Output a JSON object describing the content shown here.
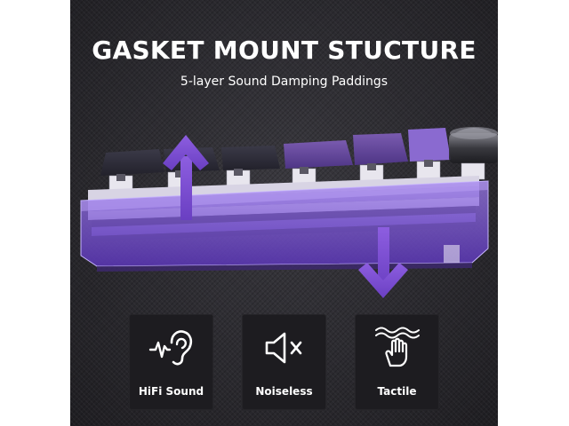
{
  "header": {
    "title": "GASKET MOUNT STUCTURE",
    "subtitle": "5-layer Sound Damping Paddings"
  },
  "features": [
    {
      "label": "HiFi Sound",
      "icon": "ear-sound-icon"
    },
    {
      "label": "Noiseless",
      "icon": "speaker-mute-icon"
    },
    {
      "label": "Tactile",
      "icon": "hand-waves-icon"
    }
  ],
  "colors": {
    "accent_purple": "#7b4fc9",
    "panel_bg": "#2b2a2f",
    "card_bg": "#1d1c20"
  }
}
